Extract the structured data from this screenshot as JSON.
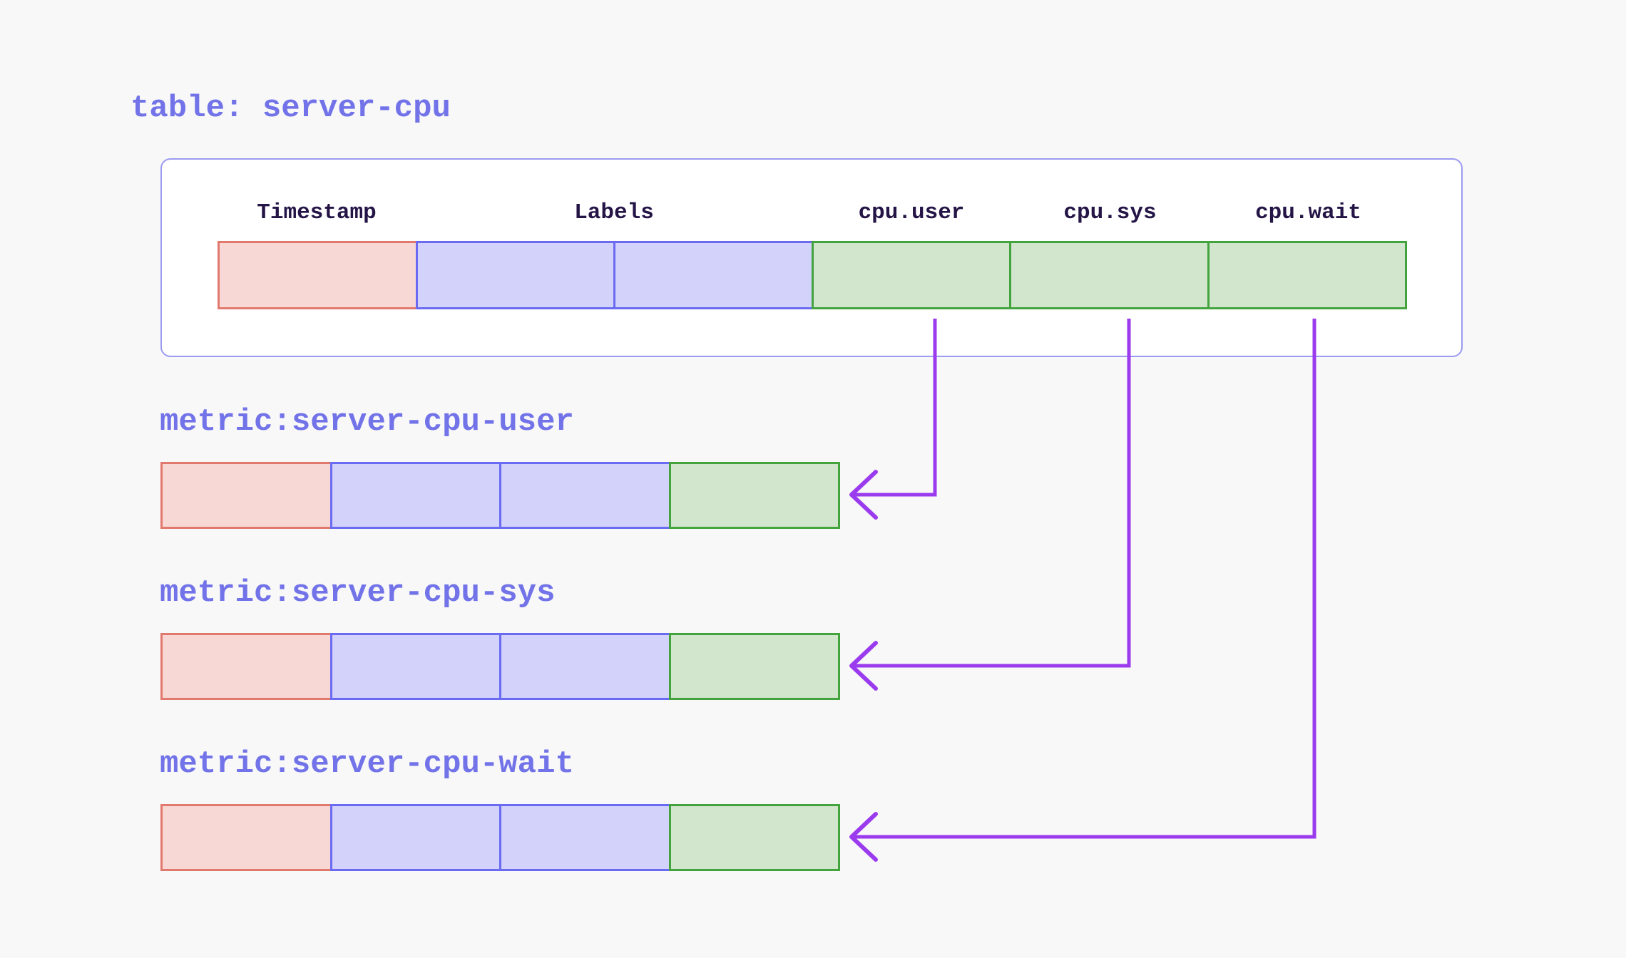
{
  "diagram": {
    "title": "table: server-cpu",
    "table": {
      "columns": [
        {
          "label": "Timestamp",
          "kind": "timestamp"
        },
        {
          "label": "Labels",
          "kind": "labels"
        },
        {
          "label": "cpu.user",
          "kind": "value"
        },
        {
          "label": "cpu.sys",
          "kind": "value"
        },
        {
          "label": "cpu.wait",
          "kind": "value"
        }
      ]
    },
    "metrics": [
      {
        "title": "metric:server-cpu-user",
        "from_column": "cpu.user"
      },
      {
        "title": "metric:server-cpu-sys",
        "from_column": "cpu.sys"
      },
      {
        "title": "metric:server-cpu-wait",
        "from_column": "cpu.wait"
      }
    ],
    "colors": {
      "background": "#f8f8f8",
      "panel_fill": "#ffffff",
      "panel_border": "#9b9bf2",
      "heading_text": "#7273e8",
      "column_header_text": "#251547",
      "timestamp_cell_fill": "#f8d8d4",
      "timestamp_cell_border": "#e2796f",
      "labels_cell_fill": "#d2d2fa",
      "labels_cell_border": "#6a6af2",
      "value_cell_fill": "#d2e6cd",
      "value_cell_border": "#43a43e",
      "arrow": "#9b3bee"
    }
  }
}
